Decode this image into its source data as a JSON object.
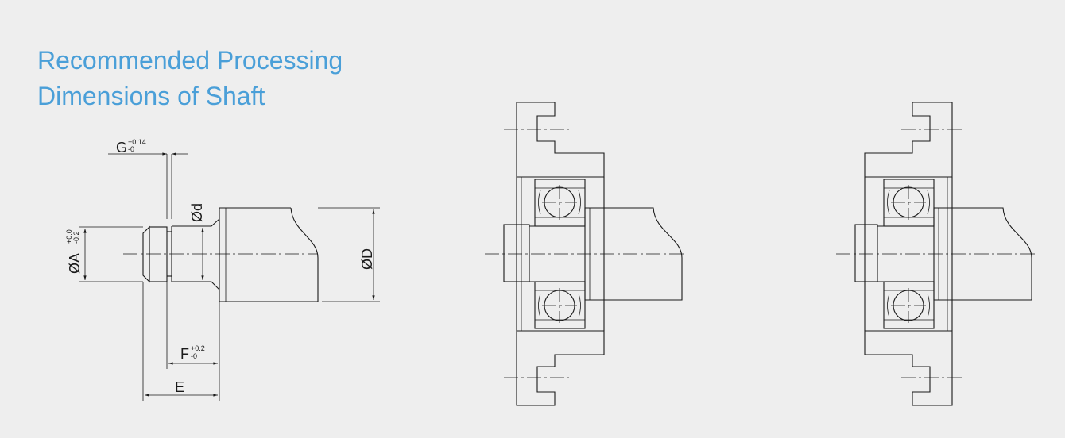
{
  "title": {
    "line1": "Recommended Processing",
    "line2": "Dimensions of Shaft"
  },
  "dimensions": {
    "g_label": "G",
    "g_tol_upper": "+0.14",
    "g_tol_lower": "-0",
    "d_label": "Ød",
    "a_label": "ØA",
    "a_tol_upper": "+0.0",
    "a_tol_lower": "-0.2",
    "big_d_label": "ØD",
    "f_label": "F",
    "f_tol_upper": "+0.2",
    "f_tol_lower": "-0",
    "e_label": "E"
  },
  "colors": {
    "title": "#4a9fd8",
    "background": "#eeeeee",
    "line": "#1a1a1a"
  }
}
